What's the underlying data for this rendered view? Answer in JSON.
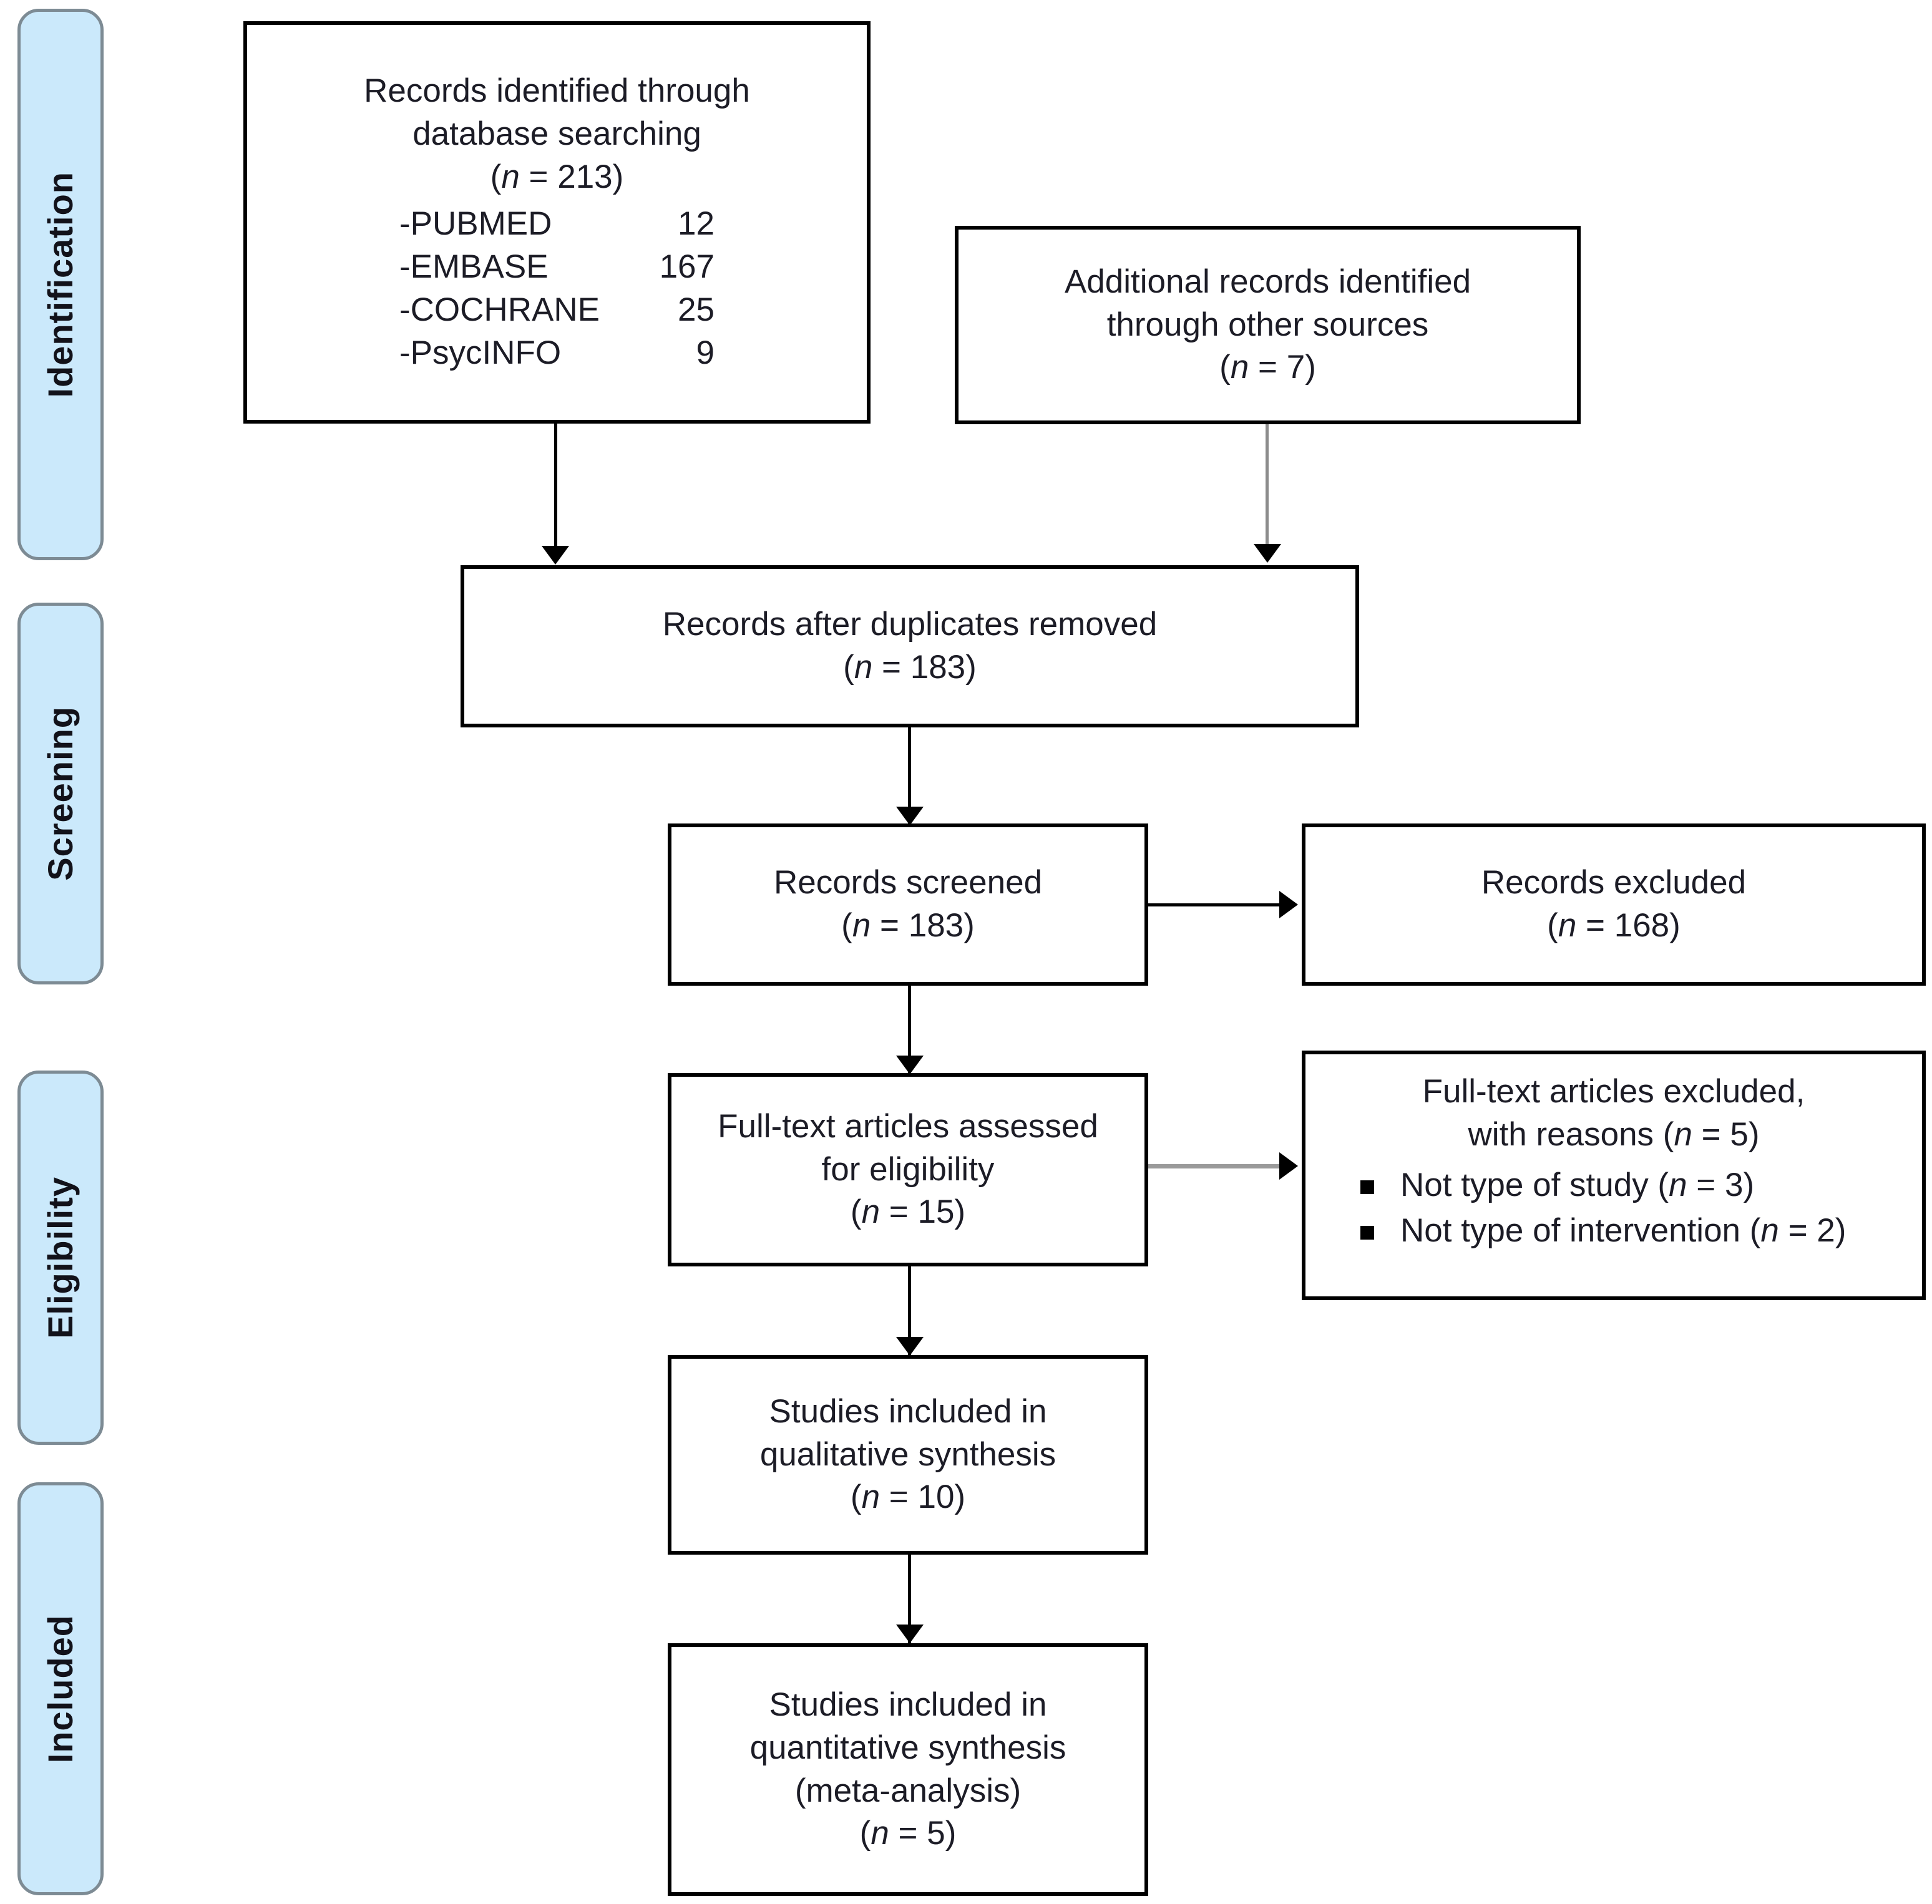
{
  "stages": [
    {
      "id": "identification",
      "label": "Identification"
    },
    {
      "id": "screening",
      "label": "Screening"
    },
    {
      "id": "eligibility",
      "label": "Eligibility"
    },
    {
      "id": "included",
      "label": "Included"
    }
  ],
  "boxes": {
    "database_search": {
      "line1": "Records identified through",
      "line2": "database searching",
      "count": "(n = 213)",
      "sources": [
        {
          "name": "-PUBMED",
          "count": "12"
        },
        {
          "name": "-EMBASE",
          "count": "167"
        },
        {
          "name": "-COCHRANE",
          "count": "25"
        },
        {
          "name": "-PsycINFO",
          "count": "9"
        }
      ]
    },
    "other_sources": {
      "line1": "Additional records identified",
      "line2": "through other sources",
      "count": "(n = 7)"
    },
    "duplicates_removed": {
      "line1": "Records after duplicates removed",
      "count": "(n = 183)"
    },
    "records_screened": {
      "line1": "Records screened",
      "count": "(n = 183)"
    },
    "records_excluded": {
      "line1": "Records excluded",
      "count": "(n = 168)"
    },
    "fulltext_assessed": {
      "line1": "Full-text articles assessed",
      "line2": "for eligibility",
      "count": "(n = 15)"
    },
    "fulltext_excluded": {
      "line1": "Full-text articles excluded,",
      "line2": "with reasons (n = 5)",
      "reasons": [
        "Not type of study (n = 3)",
        "Not type of intervention (n = 2)"
      ]
    },
    "qualitative_synthesis": {
      "line1": "Studies included in",
      "line2": "qualitative synthesis",
      "count": "(n = 10)"
    },
    "quantitative_synthesis": {
      "line1": "Studies included in",
      "line2": "quantitative synthesis",
      "line3": "(meta-analysis)",
      "count": "(n = 5)"
    }
  },
  "colors": {
    "stage_tab_fill": "#cbe9fb",
    "stage_tab_border": "#7d8b94",
    "box_border": "#000000",
    "text": "#1c1c26",
    "grey_connector": "#9a9a9a"
  }
}
